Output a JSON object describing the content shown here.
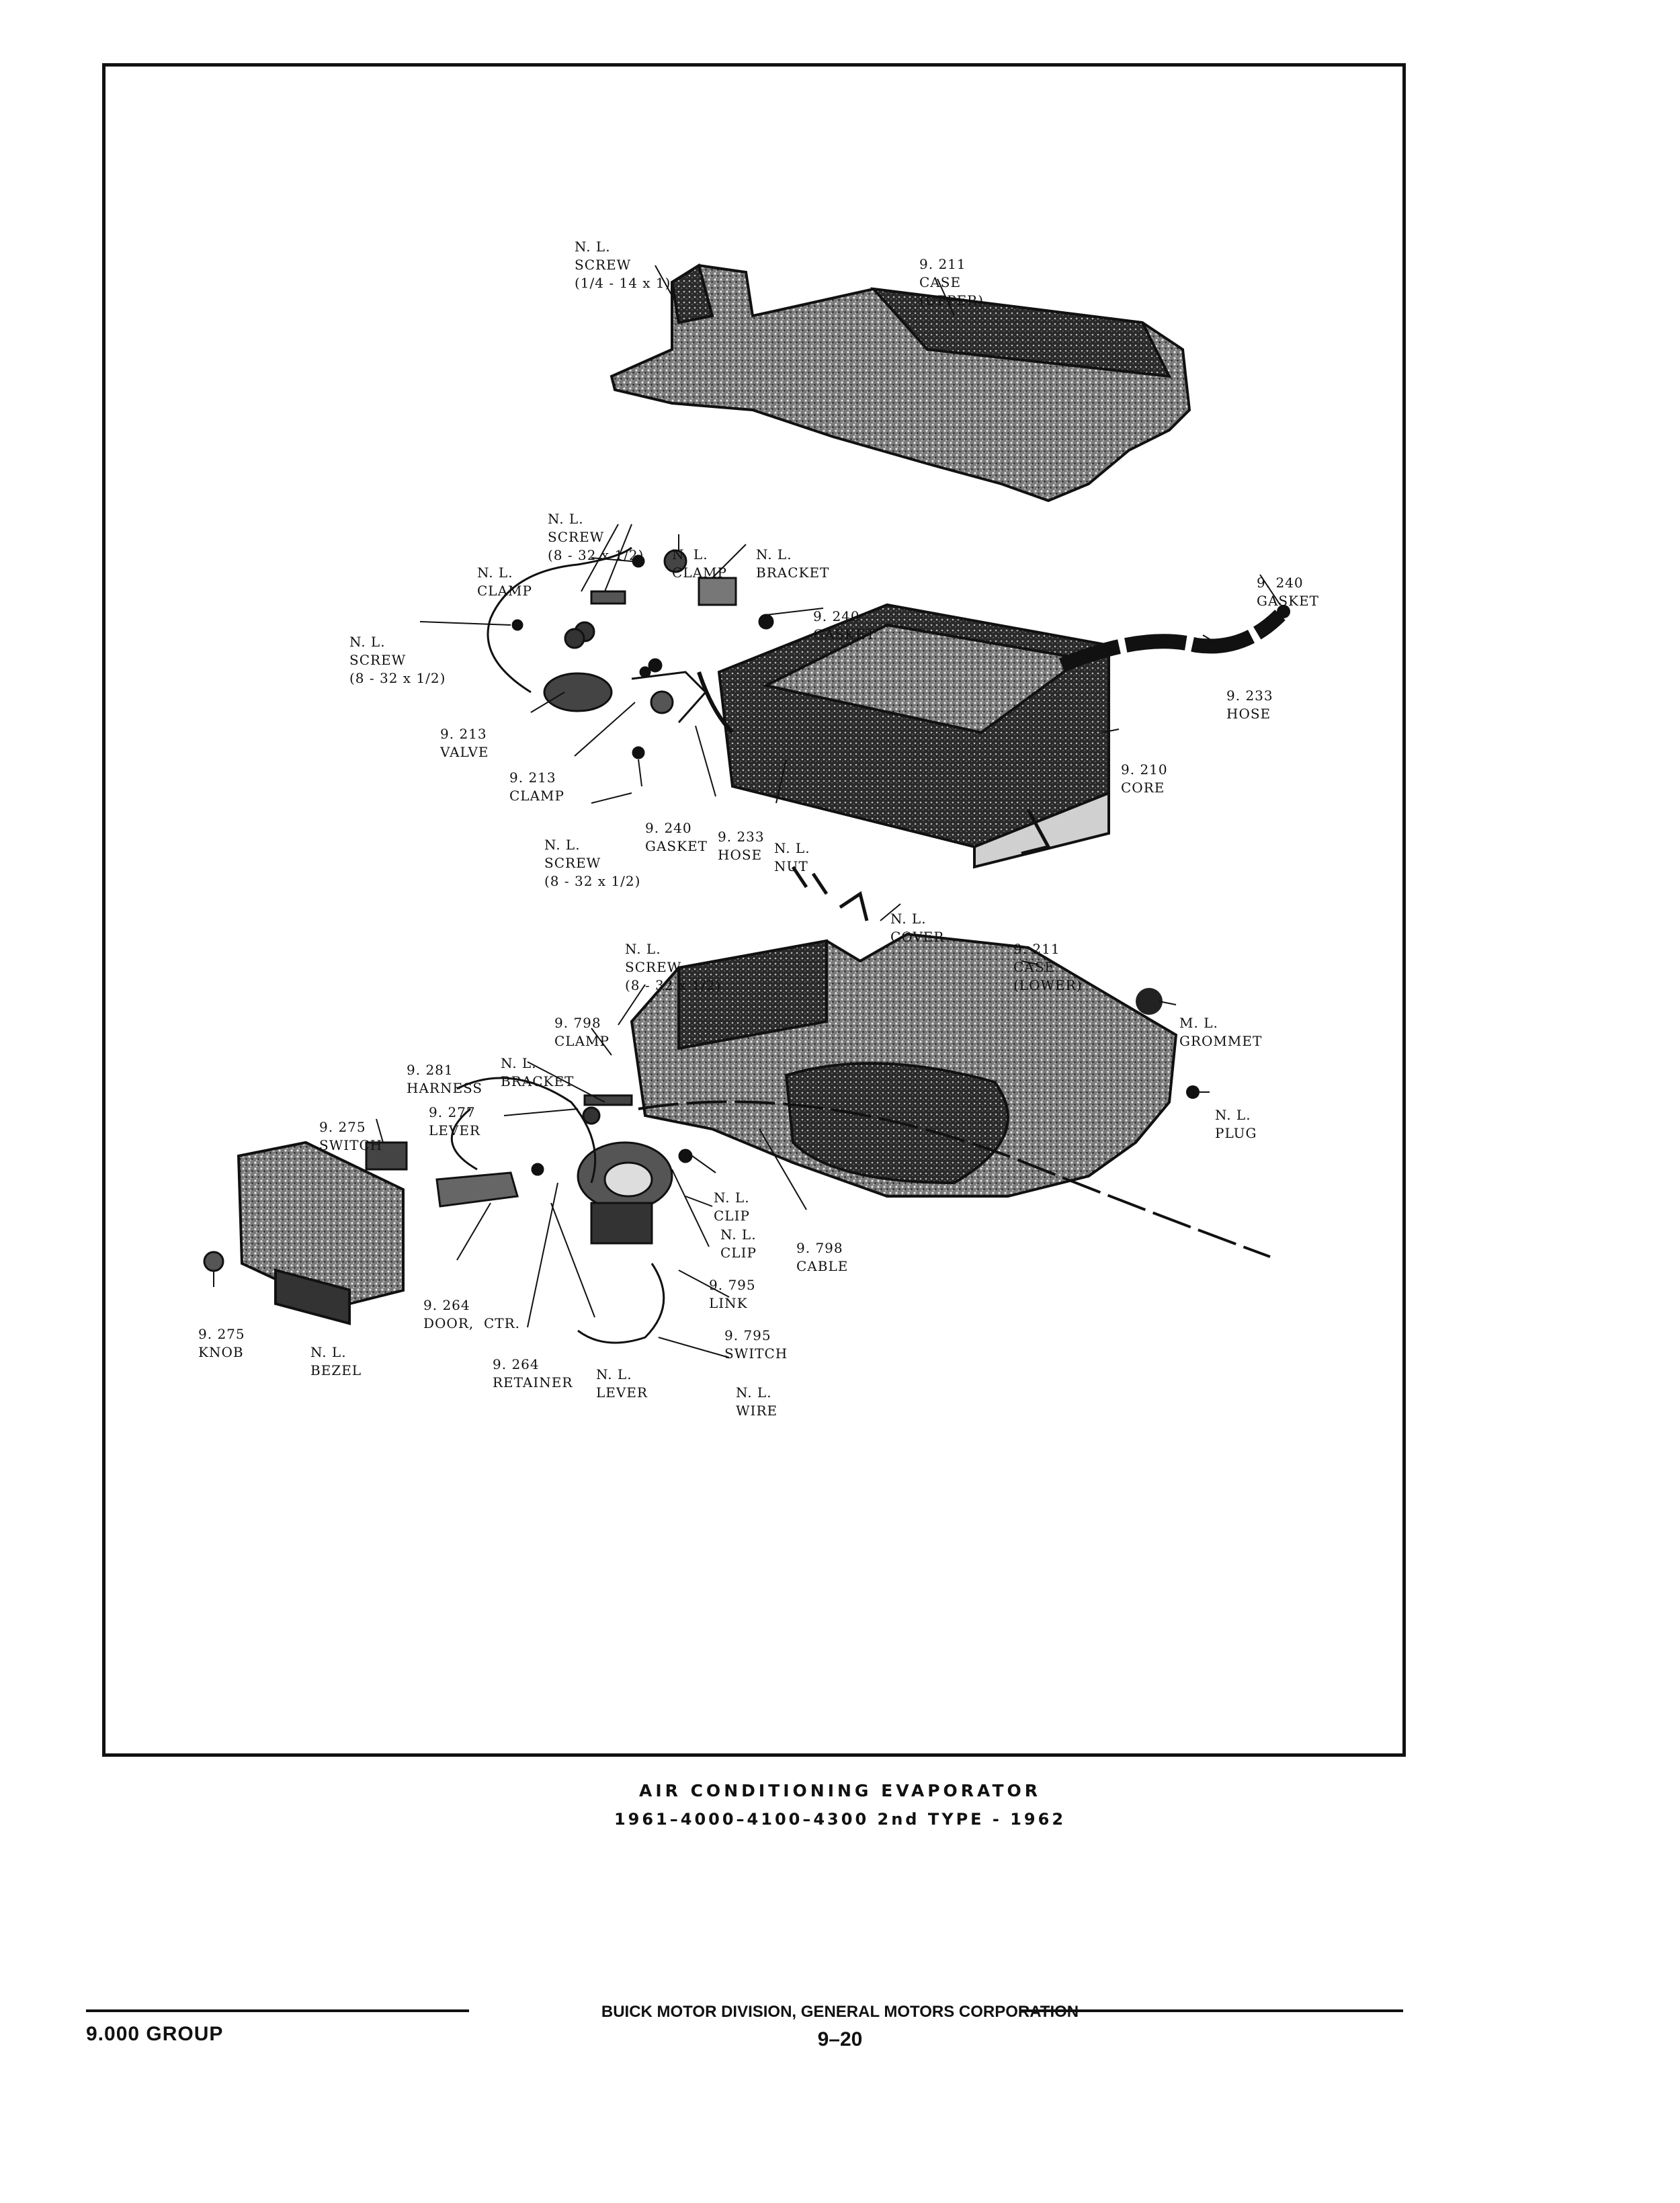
{
  "figure": {
    "labels": [
      {
        "id": "nl-screw-top",
        "lines": [
          "N. L.",
          "SCREW",
          "(1/4 - 14 x 1)"
        ]
      },
      {
        "id": "case-upper",
        "lines": [
          "9. 211",
          "CASE",
          "(UPPER)"
        ]
      },
      {
        "id": "nl-screw-832-a",
        "lines": [
          "N. L.",
          "SCREW",
          "(8 - 32 x 1/2)"
        ]
      },
      {
        "id": "nl-clamp-a",
        "lines": [
          "N. L.",
          "CLAMP"
        ]
      },
      {
        "id": "nl-bracket-a",
        "lines": [
          "N. L.",
          "BRACKET"
        ]
      },
      {
        "id": "nl-clamp-b",
        "lines": [
          "N. L.",
          "CLAMP"
        ]
      },
      {
        "id": "gasket-right",
        "lines": [
          "9. 240",
          "GASKET"
        ]
      },
      {
        "id": "gasket-mid",
        "lines": [
          "9. 240",
          "GASKET"
        ]
      },
      {
        "id": "nl-screw-832-b",
        "lines": [
          "N. L.",
          "SCREW",
          "(8 - 32 x 1/2)"
        ]
      },
      {
        "id": "hose-right",
        "lines": [
          "9. 233",
          "HOSE"
        ]
      },
      {
        "id": "valve",
        "lines": [
          "9. 213",
          "VALVE"
        ]
      },
      {
        "id": "core",
        "lines": [
          "9. 210",
          "CORE"
        ]
      },
      {
        "id": "clamp-9213",
        "lines": [
          "9. 213",
          "CLAMP"
        ]
      },
      {
        "id": "gasket-low",
        "lines": [
          "9. 240",
          "GASKET"
        ]
      },
      {
        "id": "hose-low",
        "lines": [
          "9. 233",
          "HOSE"
        ]
      },
      {
        "id": "nl-nut",
        "lines": [
          "N. L.",
          "NUT"
        ]
      },
      {
        "id": "nl-screw-832-c",
        "lines": [
          "N. L.",
          "SCREW",
          "(8 - 32 x 1/2)"
        ]
      },
      {
        "id": "nl-cover",
        "lines": [
          "N. L.",
          "COVER"
        ]
      },
      {
        "id": "case-lower",
        "lines": [
          "9. 211",
          "CASE",
          "(LOWER)"
        ]
      },
      {
        "id": "nl-screw-832-d",
        "lines": [
          "N. L.",
          "SCREW",
          "(8 - 32 x 1/2)"
        ]
      },
      {
        "id": "ml-grommet",
        "lines": [
          "M. L.",
          "GROMMET"
        ]
      },
      {
        "id": "clamp-9798",
        "lines": [
          "9. 798",
          "CLAMP"
        ]
      },
      {
        "id": "harness",
        "lines": [
          "9. 281",
          "HARNESS"
        ]
      },
      {
        "id": "nl-bracket-b",
        "lines": [
          "N. L.",
          "BRACKET"
        ]
      },
      {
        "id": "lever-9277",
        "lines": [
          "9. 277",
          "LEVER"
        ]
      },
      {
        "id": "nl-plug",
        "lines": [
          "N. L.",
          "PLUG"
        ]
      },
      {
        "id": "switch-9275",
        "lines": [
          "9. 275",
          "SWITCH"
        ]
      },
      {
        "id": "nl-clip-a",
        "lines": [
          "N. L.",
          "CLIP"
        ]
      },
      {
        "id": "nl-clip-b",
        "lines": [
          "N. L.",
          "CLIP"
        ]
      },
      {
        "id": "cable-9798",
        "lines": [
          "9. 798",
          "CABLE"
        ]
      },
      {
        "id": "link-9795",
        "lines": [
          "9. 795",
          "LINK"
        ]
      },
      {
        "id": "door-ctr",
        "lines": [
          "9. 264",
          "DOOR,  CTR."
        ]
      },
      {
        "id": "switch-9795",
        "lines": [
          "9. 795",
          "SWITCH"
        ]
      },
      {
        "id": "knob",
        "lines": [
          "9. 275",
          "KNOB"
        ]
      },
      {
        "id": "nl-bezel",
        "lines": [
          "N. L.",
          "BEZEL"
        ]
      },
      {
        "id": "retainer",
        "lines": [
          "9. 264",
          "RETAINER"
        ]
      },
      {
        "id": "nl-lever",
        "lines": [
          "N. L.",
          "LEVER"
        ]
      },
      {
        "id": "nl-wire",
        "lines": [
          "N. L.",
          "WIRE"
        ]
      }
    ]
  },
  "caption": {
    "title": "AIR  CONDITIONING  EVAPORATOR",
    "subtitle": "1961–4000–4100–4300  2nd TYPE - 1962"
  },
  "footer": {
    "group": "9.000  GROUP",
    "division": "BUICK MOTOR DIVISION, GENERAL MOTORS CORPORATION",
    "page": "9–20"
  }
}
